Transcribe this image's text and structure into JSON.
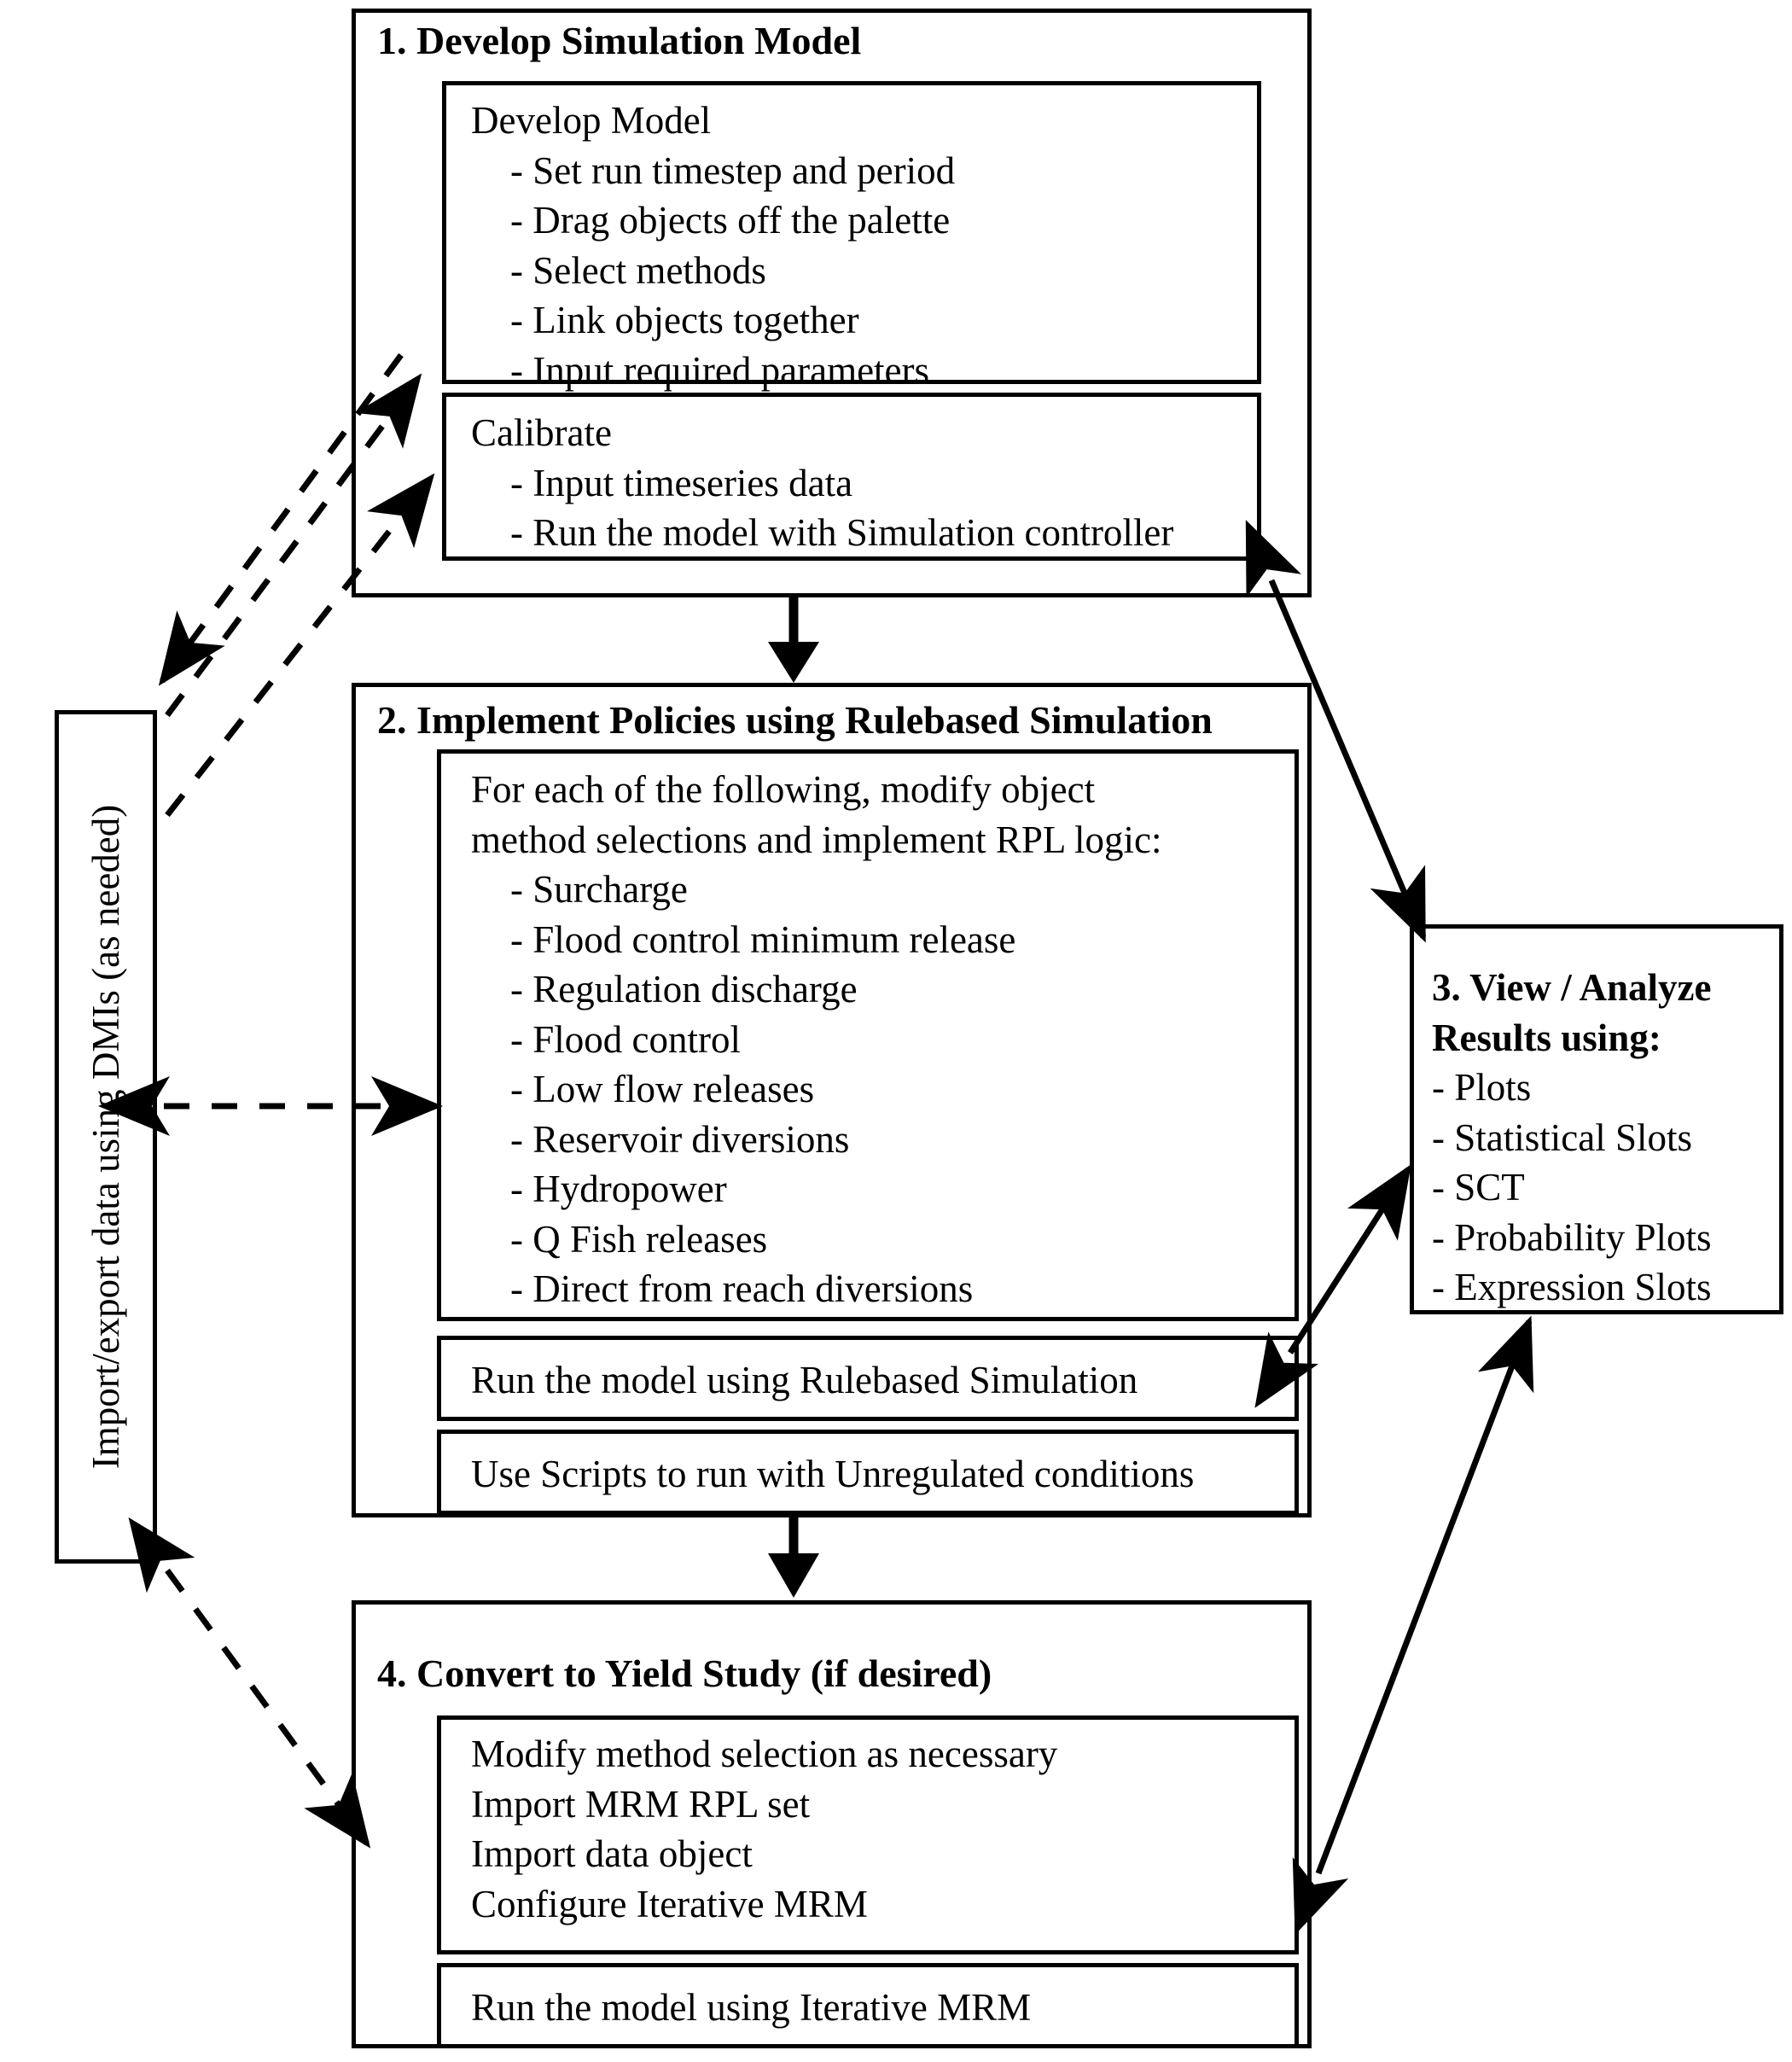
{
  "diagram": {
    "title_text_color": "#000000",
    "background": "#ffffff"
  },
  "step1": {
    "title": "1. Develop Simulation Model",
    "develop_model": {
      "heading": "Develop Model",
      "items": [
        "- Set run timestep and period",
        "- Drag objects off the palette",
        "- Select methods",
        "- Link objects together",
        "- Input required parameters"
      ]
    },
    "calibrate": {
      "heading": "Calibrate",
      "items": [
        "- Input timeseries data",
        "- Run the model with Simulation controller"
      ]
    }
  },
  "step2": {
    "title": "2. Implement Policies using Rulebased Simulation",
    "intro_line1": "For each of the following, modify object",
    "intro_line2": "method selections and implement RPL logic:",
    "items": [
      "- Surcharge",
      "- Flood control minimum release",
      "- Regulation discharge",
      "- Flood control",
      "- Low flow releases",
      "- Reservoir diversions",
      "- Hydropower",
      "- Q Fish releases",
      "- Direct from reach diversions"
    ],
    "run_rulebased": "Run the model using Rulebased Simulation",
    "use_scripts": "Use Scripts to run with Unregulated conditions"
  },
  "step3": {
    "title_line1": "3. View / Analyze",
    "title_line2": "Results using:",
    "items": [
      "- Plots",
      "- Statistical Slots",
      "- SCT",
      "- Probability Plots",
      "- Expression Slots"
    ]
  },
  "step4": {
    "title": "4. Convert to Yield Study (if desired)",
    "items": [
      "Modify method selection as necessary",
      "Import MRM RPL set",
      "Import data object",
      "Configure Iterative MRM"
    ],
    "run_mrm": "Run the model using Iterative MRM"
  },
  "dmi": {
    "label": "Import/export data using DMIs (as needed)"
  }
}
